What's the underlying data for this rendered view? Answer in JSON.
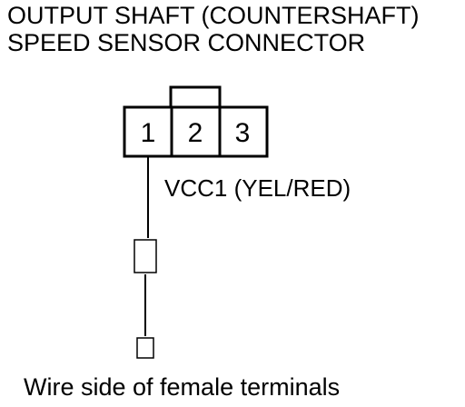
{
  "title": {
    "line1": "OUTPUT SHAFT (COUNTERSHAFT)",
    "line2": "SPEED SENSOR CONNECTOR"
  },
  "connector": {
    "pins": [
      "1",
      "2",
      "3"
    ]
  },
  "wire": {
    "label": "VCC1 (YEL/RED)"
  },
  "caption": "Wire side of female terminals",
  "colors": {
    "line": "#000000",
    "background": "#ffffff"
  }
}
